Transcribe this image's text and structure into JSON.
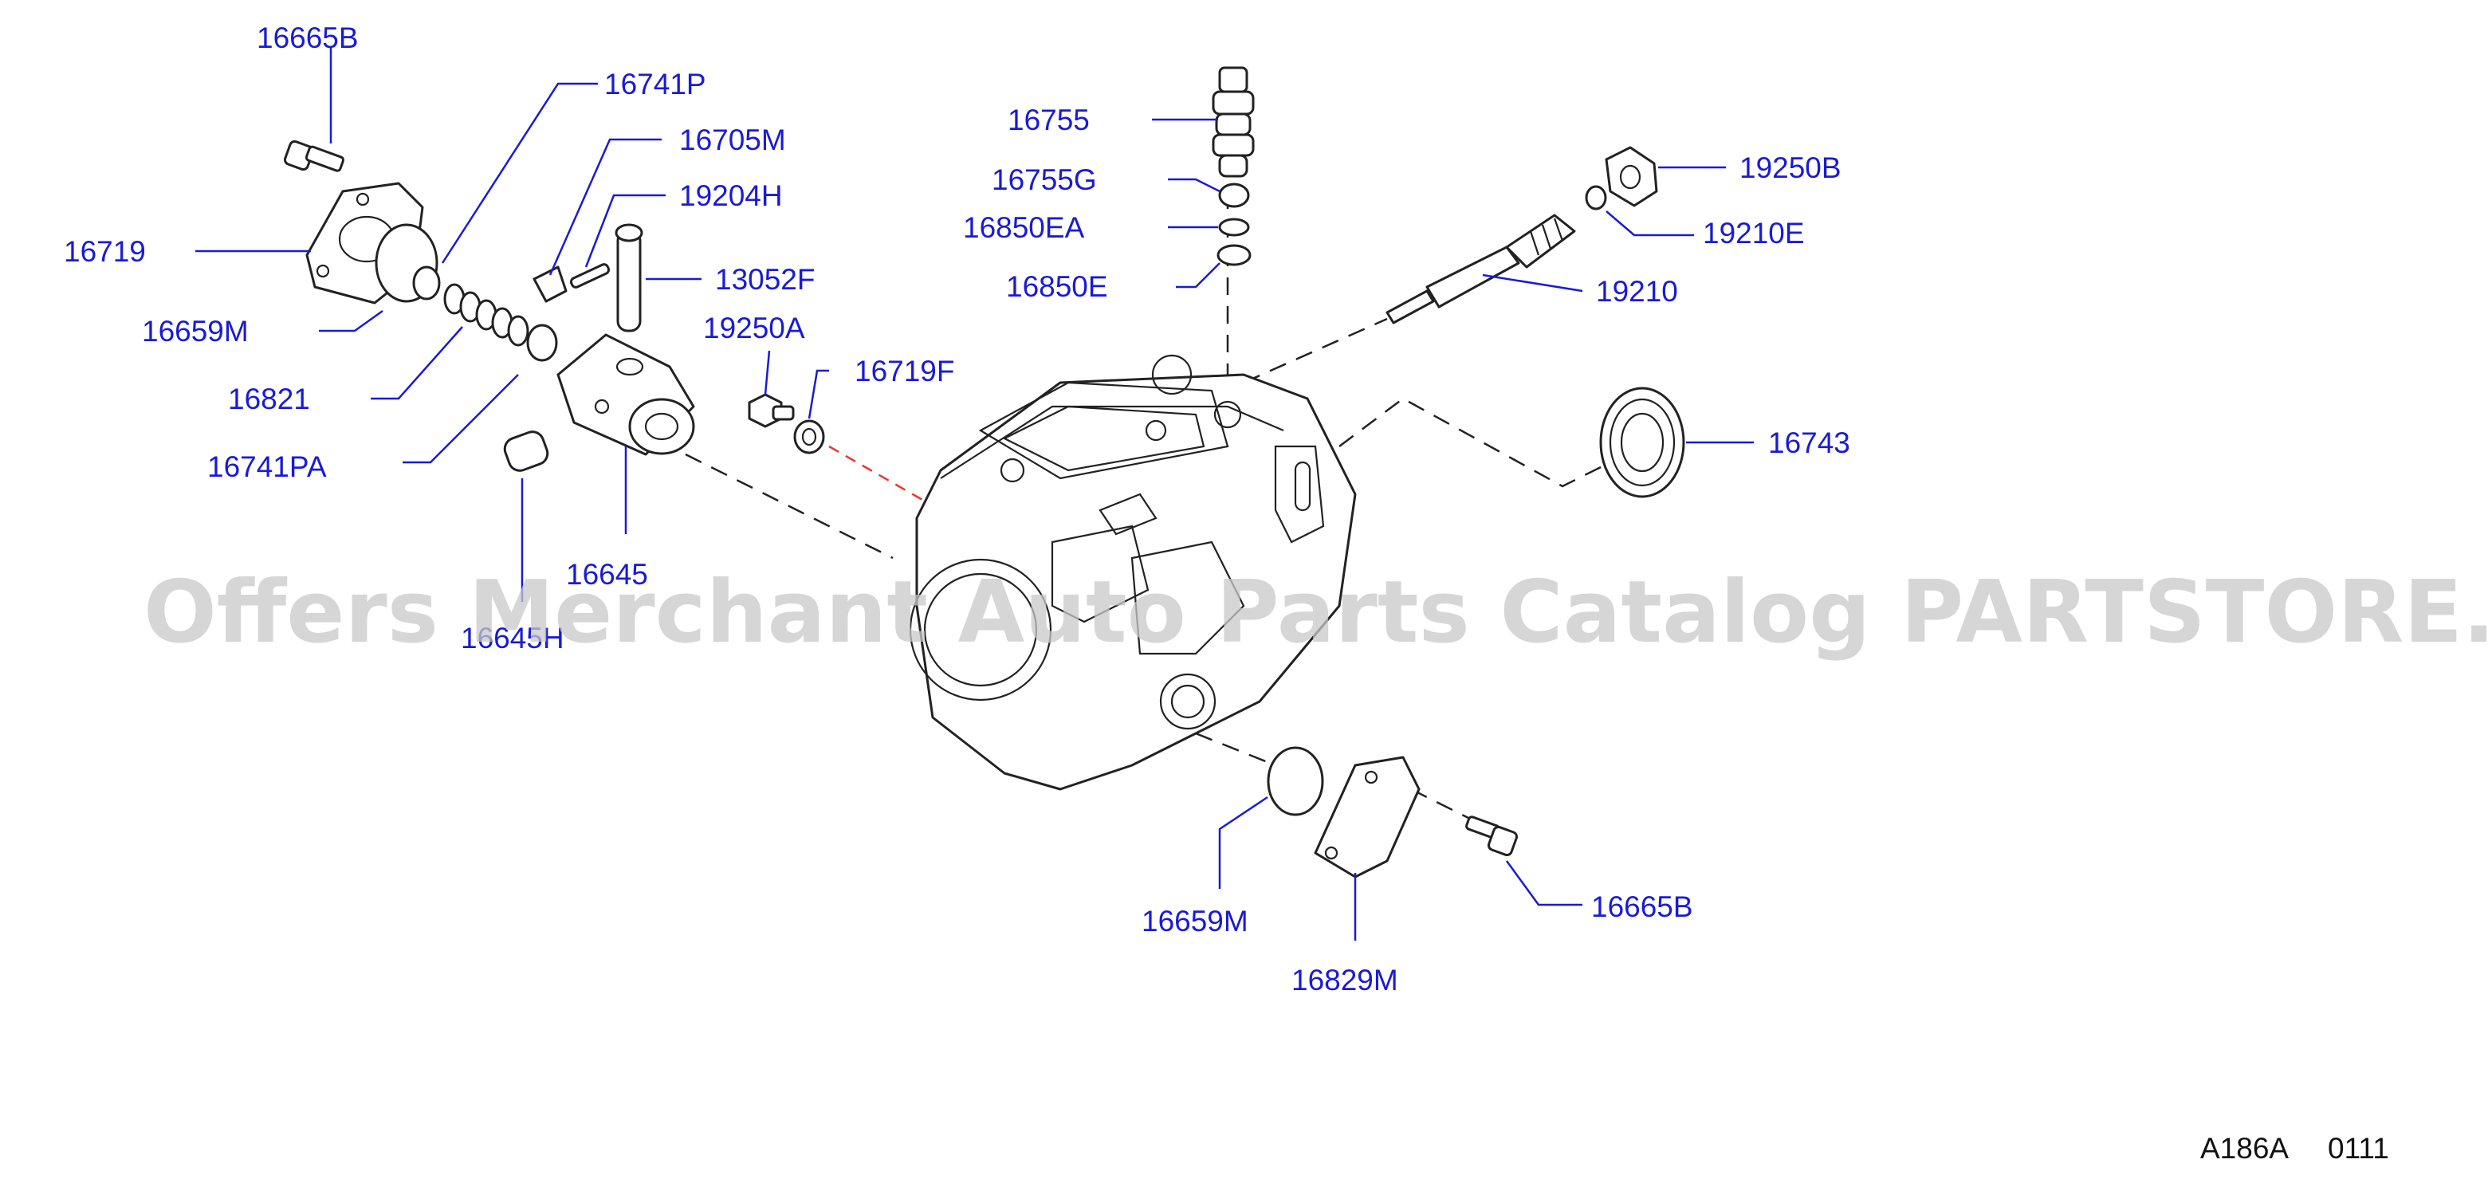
{
  "diagram": {
    "watermark": "Offers Merchant Auto Parts Catalog PARTSTORE.SA",
    "diagram_code": "A186A",
    "diagram_date": "0111",
    "parts": [
      {
        "id": "p16665B_top",
        "label": "16665B"
      },
      {
        "id": "p16741P",
        "label": "16741P"
      },
      {
        "id": "p16705M",
        "label": "16705M"
      },
      {
        "id": "p19204H",
        "label": "19204H"
      },
      {
        "id": "p13052F",
        "label": "13052F"
      },
      {
        "id": "p16719",
        "label": "16719"
      },
      {
        "id": "p16659M_left",
        "label": "16659M"
      },
      {
        "id": "p16821",
        "label": "16821"
      },
      {
        "id": "p16741PA",
        "label": "16741PA"
      },
      {
        "id": "p16645",
        "label": "16645"
      },
      {
        "id": "p16645H",
        "label": "16645H"
      },
      {
        "id": "p19250A",
        "label": "19250A"
      },
      {
        "id": "p16719F",
        "label": "16719F"
      },
      {
        "id": "p16755",
        "label": "16755"
      },
      {
        "id": "p16755G",
        "label": "16755G"
      },
      {
        "id": "p16850EA",
        "label": "16850EA"
      },
      {
        "id": "p16850E",
        "label": "16850E"
      },
      {
        "id": "p19250B",
        "label": "19250B"
      },
      {
        "id": "p19210E",
        "label": "19210E"
      },
      {
        "id": "p19210",
        "label": "19210"
      },
      {
        "id": "p16743",
        "label": "16743"
      },
      {
        "id": "p16659M_bottom",
        "label": "16659M"
      },
      {
        "id": "p16829M",
        "label": "16829M"
      },
      {
        "id": "p16665B_bottom",
        "label": "16665B"
      }
    ]
  }
}
